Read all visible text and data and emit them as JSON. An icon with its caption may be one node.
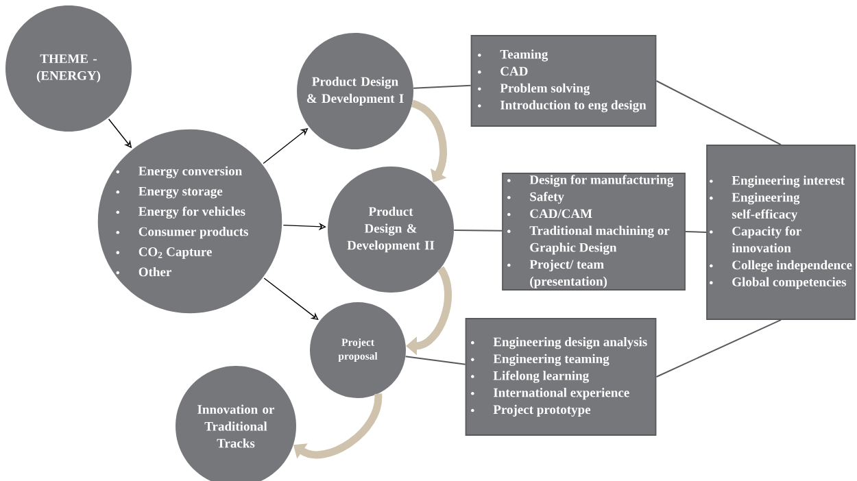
{
  "diagram": {
    "nodes": [
      {
        "text": [
          "THEME - (ENERGY)"
        ]
      },
      {
        "text": [
          "Energy conversion",
          "Energy storage",
          "Energy for vehicles",
          "Consumer products",
          "CO$_{2}$ Capture",
          "Other"
        ]
      },
      {
        "text": [
          "Product Design & Development I"
        ]
      },
      {
        "text": [
          "Product Design & Development II"
        ]
      },
      {
        "text": [
          "Project proposal"
        ]
      },
      {
        "text": [
          "Innovation or Traditional Tracks"
        ]
      },
      {
        "text": [
          "Teaming",
          "CAD",
          "Problem solving",
          "Introduction to eng design"
        ]
      },
      {
        "text": [
          "Design for manufacturing",
          "Safety",
          "CAD/CAM",
          "Traditional machining or Graphic Design",
          "Project/ team (presentation)"
        ]
      },
      {
        "text": [
          "Engineering design analysis",
          "Engineering teaming",
          "Lifelong learning",
          "International experience",
          "Project  prototype"
        ]
      },
      {
        "text": [
          "Engineering interest",
          "Engineering self-efficacy",
          "Capacity for innovation",
          "College independence",
          "Global competencies"
        ]
      }
    ],
    "edges": [
      {
        "from": 0,
        "to": 1,
        "arrow": "to",
        "color": "#000000"
      },
      {
        "from": 1,
        "to": 2,
        "arrow": "to",
        "color": "#000000"
      },
      {
        "from": 1,
        "to": 3,
        "arrow": "to",
        "color": "#000000"
      },
      {
        "from": 1,
        "to": 4,
        "arrow": "to",
        "color": "#000000"
      },
      {
        "from": 2,
        "to": 3,
        "arrow": "to",
        "style": "thick",
        "color": "#cfc3ae"
      },
      {
        "from": 3,
        "to": 4,
        "arrow": "to",
        "style": "thick",
        "color": "#cfc3ae"
      },
      {
        "from": 4,
        "to": 5,
        "arrow": "to",
        "style": "thick",
        "color": "#cfc3ae"
      },
      {
        "from": 2,
        "to": 6,
        "arrow": "none"
      },
      {
        "from": 3,
        "to": 7,
        "arrow": "none"
      },
      {
        "from": 4,
        "to": 8,
        "arrow": "none"
      },
      {
        "from": 6,
        "to": 9,
        "arrow": "none"
      },
      {
        "from": 7,
        "to": 9,
        "arrow": "none"
      },
      {
        "from": 8,
        "to": 9,
        "arrow": "none"
      }
    ]
  }
}
